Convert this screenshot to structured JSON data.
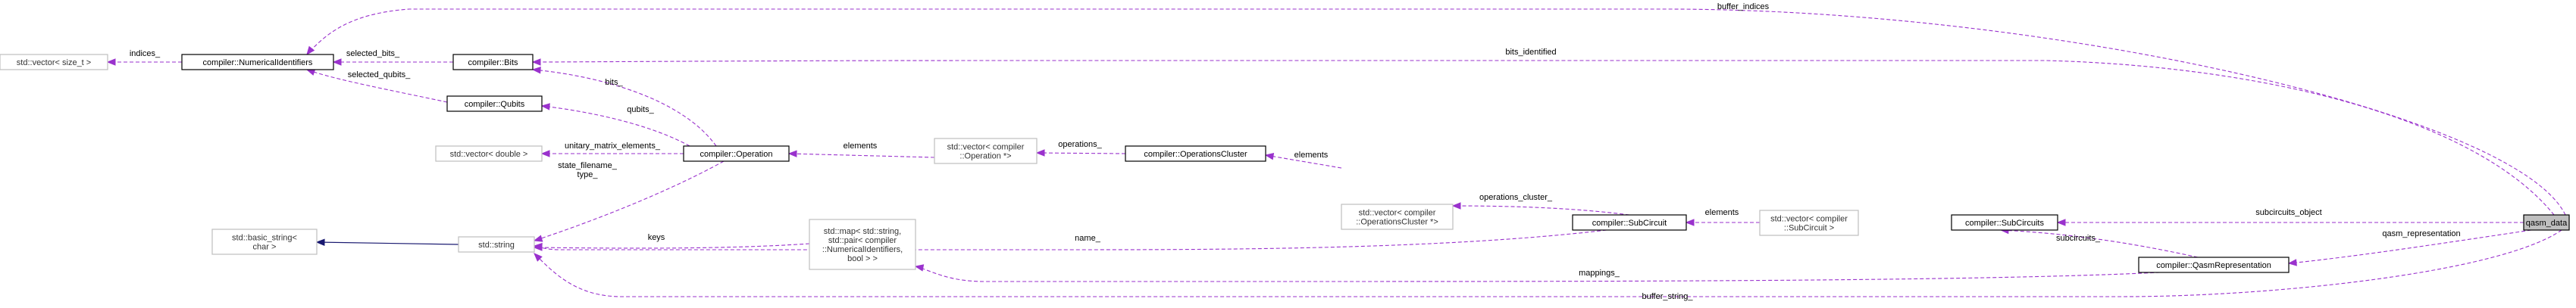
{
  "nodes": {
    "qasm_data": [
      "qasm_data"
    ],
    "subcircuits": [
      "compiler::SubCircuits"
    ],
    "qasm_repr": [
      "compiler::QasmRepresentation"
    ],
    "vec_subcircuit": [
      "std::vector< compiler",
      "::SubCircuit >"
    ],
    "subcircuit": [
      "compiler::SubCircuit"
    ],
    "vec_opcluster": [
      "std::vector< compiler",
      "::OperationsCluster *>"
    ],
    "opcluster": [
      "compiler::OperationsCluster"
    ],
    "vec_operation": [
      "std::vector< compiler",
      "::Operation *>"
    ],
    "operation": [
      "compiler::Operation"
    ],
    "vec_double": [
      "std::vector< double >"
    ],
    "qubits": [
      "compiler::Qubits"
    ],
    "bits": [
      "compiler::Bits"
    ],
    "numerical_ids": [
      "compiler::NumericalIdentifiers"
    ],
    "vec_size_t": [
      "std::vector< size_t >"
    ],
    "std_string": [
      "std::string"
    ],
    "basic_string": [
      "std::basic_string<",
      "char >"
    ],
    "std_map": [
      "std::map< std::string,",
      "std::pair< compiler",
      "::NumericalIdentifiers,",
      "bool > >"
    ]
  },
  "edge_labels": {
    "buffer_indices": [
      "buffer_indices"
    ],
    "bits_identified": [
      "bits_identified"
    ],
    "subcircuits_object": [
      "subcircuits_object"
    ],
    "qasm_representation": [
      "qasm_representation"
    ],
    "subcircuits": [
      "subcircuits_"
    ],
    "elements_sub": [
      "elements"
    ],
    "operations_cluster": [
      "operations_cluster_"
    ],
    "elements_cluster": [
      "elements"
    ],
    "operations": [
      "operations_"
    ],
    "elements_op": [
      "elements"
    ],
    "unitary": [
      "unitary_matrix_elements_"
    ],
    "qubits": [
      "qubits_"
    ],
    "bits": [
      "bits_"
    ],
    "selected_bits": [
      "selected_bits_"
    ],
    "selected_qubits": [
      "selected_qubits_"
    ],
    "indices": [
      "indices_"
    ],
    "state_filename": [
      "state_filename_",
      "type_"
    ],
    "name": [
      "name_"
    ],
    "keys": [
      "keys"
    ],
    "mappings": [
      "mappings_"
    ],
    "buffer_string": [
      "buffer_string_"
    ]
  },
  "colors": {
    "member_edge": "#9a32cd",
    "inheritance_edge": "#191970",
    "focus_fill": "#bfbfbf",
    "grey_border": "#bfbfbf"
  }
}
